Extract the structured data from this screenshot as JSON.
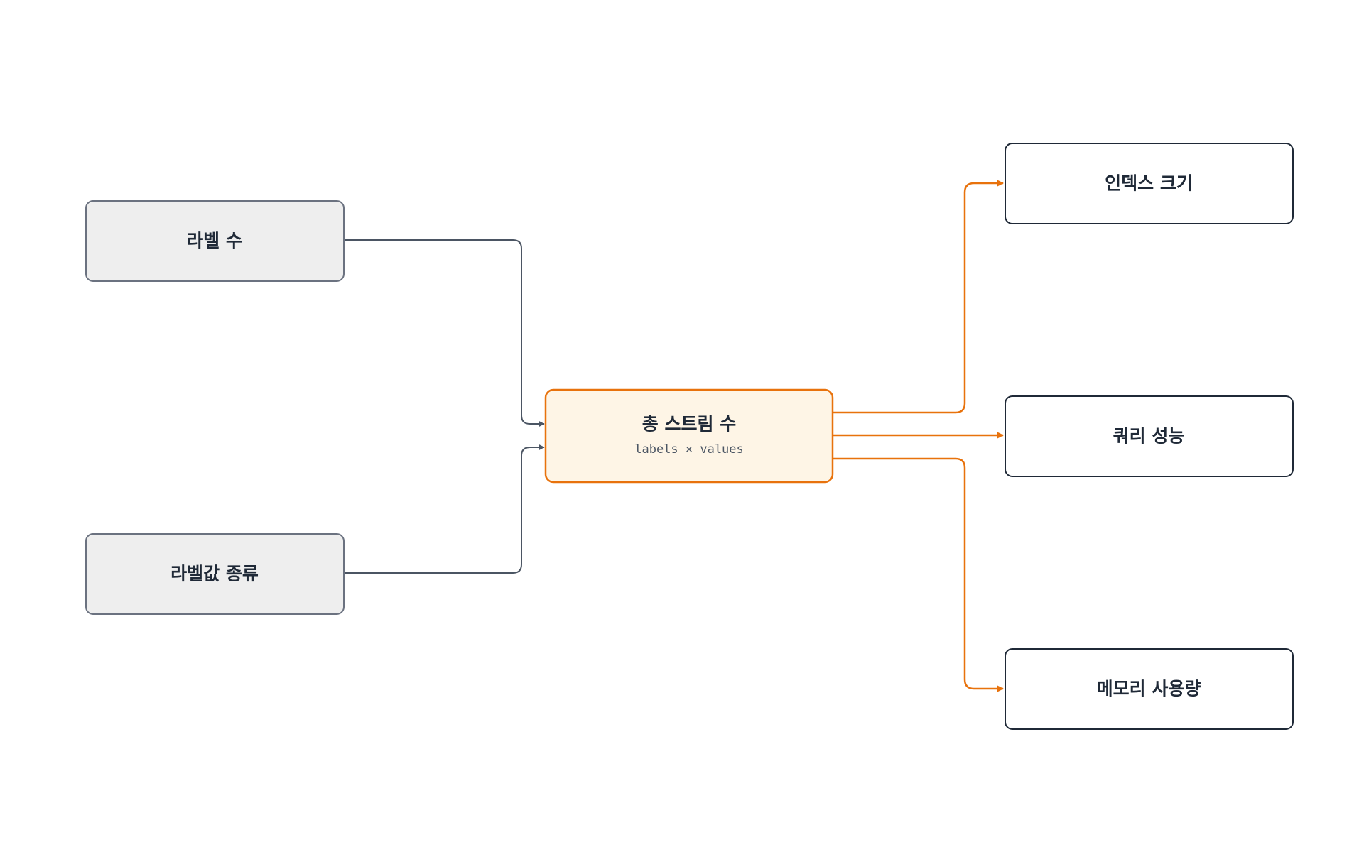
{
  "diagram": {
    "inputs": [
      {
        "label": "라벨 수"
      },
      {
        "label": "라벨값 종류"
      }
    ],
    "center": {
      "label": "총 스트림 수",
      "sublabel": "labels × values"
    },
    "outputs": [
      {
        "label": "인덱스 크기"
      },
      {
        "label": "쿼리 성능"
      },
      {
        "label": "메모리 사용량"
      }
    ],
    "colors": {
      "input_fill": "#eeeeee",
      "input_stroke": "#6b7280",
      "center_fill": "#fef5e6",
      "center_stroke": "#e8720c",
      "output_stroke": "#1f2937",
      "edge_in": "#4b5563",
      "edge_out": "#e8720c"
    }
  }
}
